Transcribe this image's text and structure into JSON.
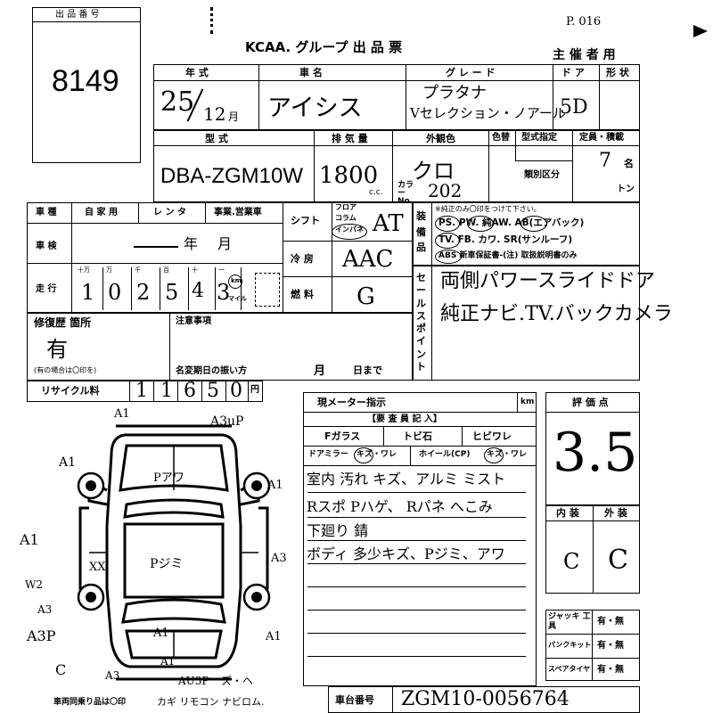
{
  "header": {
    "lot_label": "出 品 番 号",
    "lot_number": "8149",
    "page_no": "P. 016",
    "title": "KCAA. グループ 出 品 票",
    "organizer": "主 催 者 用"
  },
  "vehicle": {
    "year_label": "年 式",
    "year_value": "25",
    "month_value": "12",
    "month_unit": "月",
    "name_label": "車 名",
    "name_value": "アイシス",
    "grade_label": "グ レ ー ド",
    "grade_value_line1": "プラタナ",
    "grade_value_line2": "Vセレクション・ノアール",
    "door_label": "ド ア",
    "shape_label": "形 状",
    "door_value": "5D",
    "model_label": "型 式",
    "model_value": "DBA-ZGM10W",
    "displacement_label": "排 気 量",
    "displacement_value": "1800",
    "cc_unit": "c.c.",
    "exterior_color_label": "外観色",
    "color_replace_label": "色替",
    "color_value": "クロ",
    "color_no_label": "カラー No.",
    "color_no_value": "202",
    "model_designation_label": "型式指定",
    "classification_label": "類別区分",
    "capacity_label": "定員・積載",
    "capacity_value": "7",
    "capacity_unit": "名",
    "ton_unit": "トン"
  },
  "usage": {
    "category_label": "車 種",
    "private_label": "自 家 用",
    "rental_label": "レ ン タ",
    "business_label": "事業.営業車",
    "inspection_label": "車 検",
    "inspection_value_year": "年",
    "inspection_value_month": "月",
    "mileage_label": "走 行",
    "mileage_digit_labels": [
      "十万",
      "万",
      "千",
      "百",
      "十",
      "一"
    ],
    "mileage_digits": [
      "1",
      "0",
      "2",
      "5",
      "4",
      "3"
    ],
    "km_label": "km",
    "mile_label": "マイル",
    "shift_label": "シフト",
    "shift_options": [
      "フロア",
      "コラム",
      "インパネ"
    ],
    "shift_value": "AT",
    "cooling_label": "冷 房",
    "cooling_value": "AAC",
    "fuel_label": "燃 料",
    "fuel_value": "G",
    "repair_history_label": "修復歴 箇所",
    "repair_history_value": "有",
    "repair_history_note": "(有の場合は〇印を)",
    "notes_label": "注意事項",
    "name_change_label": "名変期日の振い方",
    "month_label": "月",
    "day_label": "日まで",
    "recycle_label": "リサイクル料",
    "recycle_digits": [
      "1",
      "1",
      "6",
      "5",
      "0"
    ],
    "yen_label": "円"
  },
  "equipment": {
    "side_label": "装備品",
    "note": "※純正のみ〇印をつけて下さい。",
    "row1": "PS. PW. 純AW. AB(エアバック)",
    "row2": "TV. FB. カワ. SR(サンルーフ)",
    "row3": "ABS   新車保証書-(注) 取扱説明書のみ"
  },
  "sales_points": {
    "side_label": "セールスポイント",
    "line1": "両側パワースライドドア",
    "line2": "純正ナビ.TV.バックカメラ"
  },
  "condition": {
    "meter_label": "現メーター指示",
    "meter_unit": "km",
    "required_label": "【要 査 員 記 入】",
    "fglass_label": "Fガラス",
    "chip_label": "トビ石",
    "crack_label": "ヒビワレ",
    "mirror_label": "ドアミラー",
    "mirror_damage": "キズ・ワレ",
    "wheel_label": "ホイール(CP)",
    "wheel_damage": "キズ・ワレ",
    "remarks": [
      "室内 汚れ キズ、アルミ ミスト",
      "Rスポ Pハゲ、 Rパネ へこみ",
      "下廻り 錆",
      "ボディ 多少キズ、Pジミ、アワ"
    ]
  },
  "grade": {
    "score_label": "評 価 点",
    "score_value": "3.5",
    "interior_label": "内 装",
    "exterior_label": "外 装",
    "interior_value": "C",
    "exterior_value": "C"
  },
  "tools": {
    "jack_label": "ジャッキ 工 具",
    "jack_value": "有・無",
    "puncture_label": "パンクキット",
    "puncture_value": "有・無",
    "spare_label": "スペアタイヤ",
    "spare_value": "有・無"
  },
  "diagram": {
    "marks": [
      {
        "id": "a1-top",
        "text": "A1"
      },
      {
        "id": "a3up-top",
        "text": "A3uP"
      },
      {
        "id": "a1-left",
        "text": "A1"
      },
      {
        "id": "a1-right",
        "text": "A1"
      },
      {
        "id": "pa-hood",
        "text": "Pアワ"
      },
      {
        "id": "a1-left2",
        "text": "A1"
      },
      {
        "id": "xx-left",
        "text": "XX"
      },
      {
        "id": "pjimi-roof",
        "text": "Pジミ"
      },
      {
        "id": "a3-right",
        "text": "A3"
      },
      {
        "id": "w2-left",
        "text": "W2"
      },
      {
        "id": "a3-left",
        "text": "A3"
      },
      {
        "id": "a3p-left",
        "text": "A3P"
      },
      {
        "id": "a1-trunk",
        "text": "A1"
      },
      {
        "id": "a1-rear-right",
        "text": "A1"
      },
      {
        "id": "c-left",
        "text": "C"
      },
      {
        "id": "a3-bottom",
        "text": "A3"
      },
      {
        "id": "a1-bottom",
        "text": "A1"
      },
      {
        "id": "au3p-bottom",
        "text": "AU3P"
      },
      {
        "id": "zu-bottom",
        "text": "ズ・ヘ"
      }
    ]
  },
  "footer": {
    "parts_label": "車両同乗り品は〇印",
    "parts_list": "カギ  リモコン  ナビロム.",
    "chassis_label": "車台番号",
    "chassis_value": "ZGM10-0056764"
  }
}
